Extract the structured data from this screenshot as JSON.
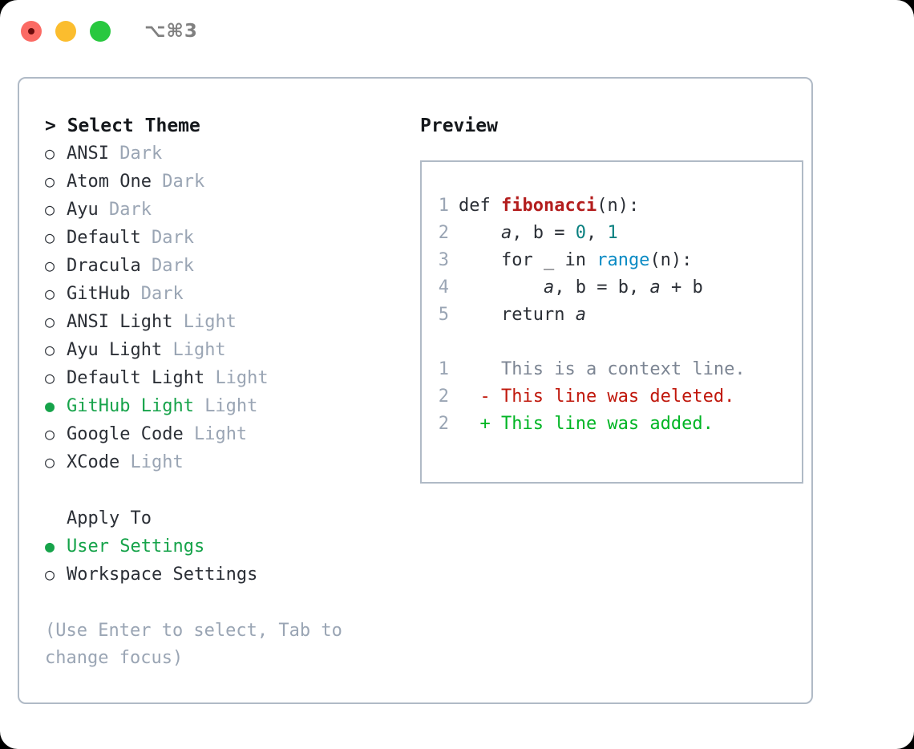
{
  "titlebar": {
    "shortcut": "⌥⌘3",
    "dots": [
      "close-dot",
      "minimize-dot",
      "maximize-dot"
    ]
  },
  "theme_selector": {
    "heading": "> Select Theme",
    "bullet_unselected": "○",
    "bullet_selected": "●",
    "accent_color": "#16a34a",
    "variant_color": "#9aa5b4",
    "items": [
      {
        "name": "ANSI",
        "variant": "Dark",
        "selected": false
      },
      {
        "name": "Atom One",
        "variant": "Dark",
        "selected": false
      },
      {
        "name": "Ayu",
        "variant": "Dark",
        "selected": false
      },
      {
        "name": "Default",
        "variant": "Dark",
        "selected": false
      },
      {
        "name": "Dracula",
        "variant": "Dark",
        "selected": false
      },
      {
        "name": "GitHub",
        "variant": "Dark",
        "selected": false
      },
      {
        "name": "ANSI Light",
        "variant": "Light",
        "selected": false
      },
      {
        "name": "Ayu Light",
        "variant": "Light",
        "selected": false
      },
      {
        "name": "Default Light",
        "variant": "Light",
        "selected": false
      },
      {
        "name": "GitHub Light",
        "variant": "Light",
        "selected": true
      },
      {
        "name": "Google Code",
        "variant": "Light",
        "selected": false
      },
      {
        "name": "XCode",
        "variant": "Light",
        "selected": false
      }
    ]
  },
  "apply_to": {
    "label": "Apply To",
    "options": [
      {
        "name": "User Settings",
        "selected": true
      },
      {
        "name": "Workspace Settings",
        "selected": false
      }
    ]
  },
  "hint": "(Use Enter to select, Tab to change focus)",
  "preview": {
    "title": "Preview",
    "code_lines": [
      {
        "number": "1",
        "tokens": [
          {
            "text": "def ",
            "type": "kw"
          },
          {
            "text": "fibonacci",
            "type": "fn"
          },
          {
            "text": "(n):",
            "type": "punct"
          }
        ]
      },
      {
        "number": "2",
        "tokens": [
          {
            "text": "    ",
            "type": "punct"
          },
          {
            "text": "a",
            "type": "var"
          },
          {
            "text": ", ",
            "type": "punct"
          },
          {
            "text": "b",
            "type": "kw"
          },
          {
            "text": " = ",
            "type": "punct"
          },
          {
            "text": "0",
            "type": "num"
          },
          {
            "text": ", ",
            "type": "punct"
          },
          {
            "text": "1",
            "type": "num"
          }
        ]
      },
      {
        "number": "3",
        "tokens": [
          {
            "text": "    for ",
            "type": "kw"
          },
          {
            "text": "_ in ",
            "type": "kw"
          },
          {
            "text": "range",
            "type": "built"
          },
          {
            "text": "(n):",
            "type": "punct"
          }
        ]
      },
      {
        "number": "4",
        "tokens": [
          {
            "text": "        ",
            "type": "punct"
          },
          {
            "text": "a",
            "type": "var"
          },
          {
            "text": ", ",
            "type": "punct"
          },
          {
            "text": "b",
            "type": "kw"
          },
          {
            "text": " = ",
            "type": "punct"
          },
          {
            "text": "b",
            "type": "kw"
          },
          {
            "text": ", ",
            "type": "punct"
          },
          {
            "text": "a",
            "type": "var"
          },
          {
            "text": " + ",
            "type": "punct"
          },
          {
            "text": "b",
            "type": "kw"
          }
        ]
      },
      {
        "number": "5",
        "tokens": [
          {
            "text": "    return ",
            "type": "kw"
          },
          {
            "text": "a",
            "type": "var"
          }
        ]
      }
    ],
    "diff_lines": [
      {
        "number": "1",
        "marker": " ",
        "text": " This is a context line.",
        "type": "ctx"
      },
      {
        "number": "2",
        "marker": "-",
        "text": " This line was deleted.",
        "type": "del"
      },
      {
        "number": "2",
        "marker": "+",
        "text": " This line was added.",
        "type": "add"
      }
    ],
    "colors": {
      "function": "#b31d1d",
      "number": "#0a8080",
      "builtin": "#0b8bc4",
      "gutter": "#9aa5b4",
      "diff_context": "#7c8593",
      "diff_deleted": "#c0180c",
      "diff_added": "#00b524",
      "border": "#b0bac6"
    }
  }
}
